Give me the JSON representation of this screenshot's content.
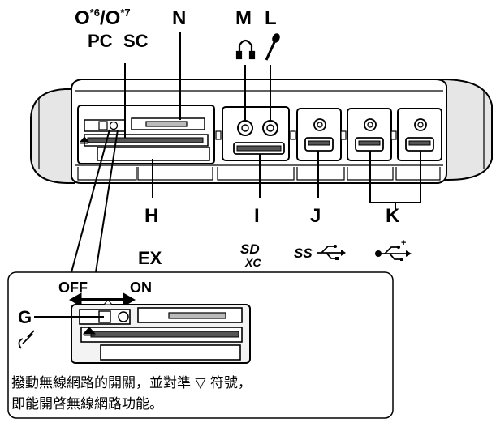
{
  "labels": {
    "O": "O",
    "O6_sup": "*6",
    "slash": "/",
    "O7_sup": "*7",
    "N": "N",
    "PC": "PC",
    "SC": "SC",
    "M": "M",
    "L": "L",
    "H": "H",
    "EX": "EX",
    "I": "I",
    "J": "J",
    "J_logo": "SS",
    "K": "K",
    "G": "G",
    "OFF": "OFF",
    "ON": "ON",
    "SD_logo_top": "SD",
    "SD_logo_bottom": "XC"
  },
  "caption": {
    "line1": "撥動無線網路的開關，並對準 ▽ 符號，",
    "line2": "即能開啓無線網路功能。"
  },
  "colors": {
    "line": "#000000",
    "body_fill": "#ffffff",
    "shade": "#cfcfcf"
  },
  "icons": [
    "headphone-icon",
    "microphone-icon",
    "sd-xc-logo",
    "usb-superspeed-icon",
    "usb-icon",
    "wireless-icon",
    "eject-icon"
  ]
}
